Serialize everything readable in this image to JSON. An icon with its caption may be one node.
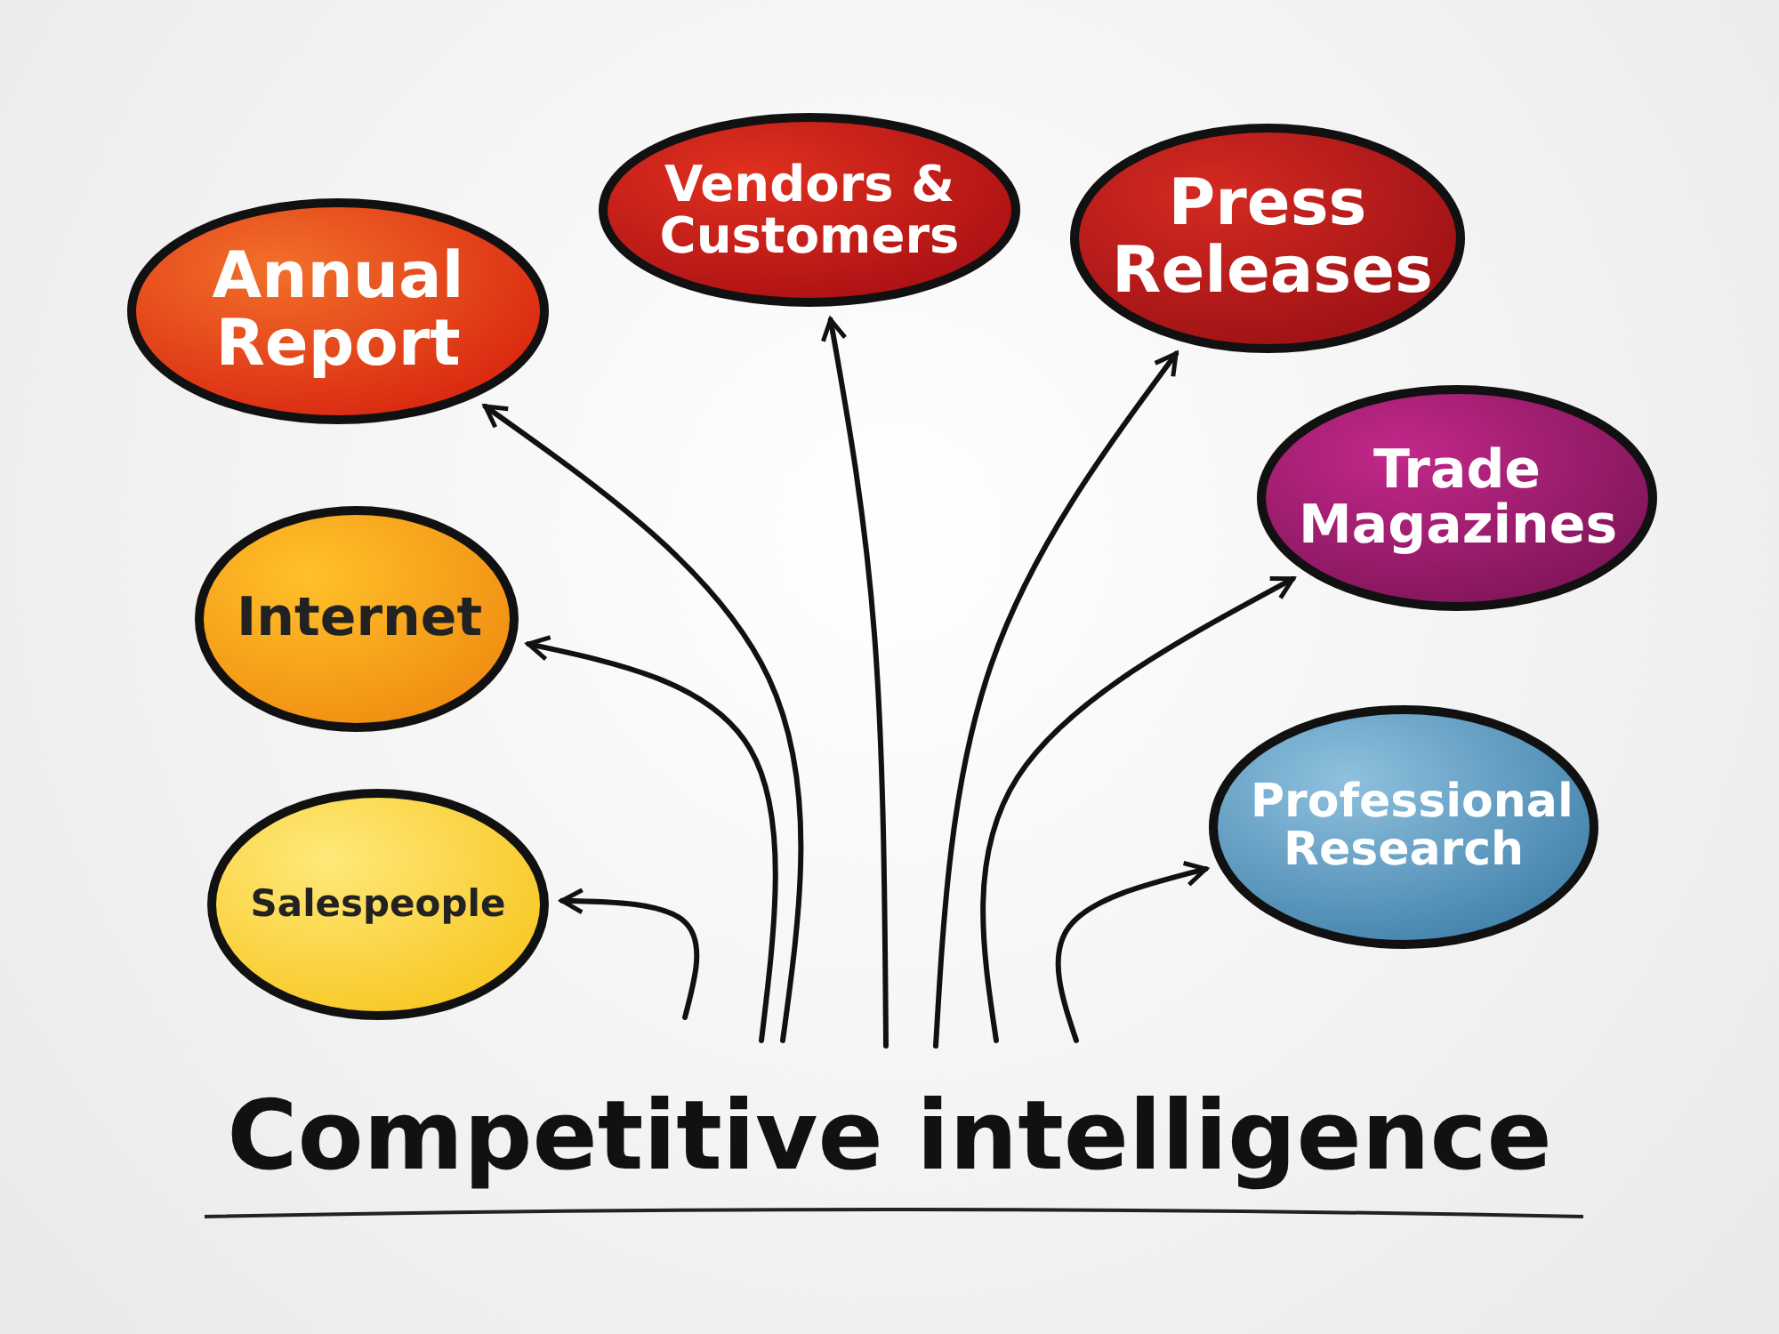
{
  "diagram": {
    "nodes": [
      {
        "text": [
          "Annual Report"
        ]
      },
      {
        "text": [
          "Vendors & Customers"
        ]
      },
      {
        "text": [
          "Press Releases"
        ]
      },
      {
        "text": [
          "Trade Magazines"
        ]
      },
      {
        "text": [
          "Internet"
        ]
      },
      {
        "text": [
          "Salespeople"
        ]
      },
      {
        "text": [
          "Professional Research"
        ]
      },
      {
        "text": [
          "Competitive intelligence"
        ]
      }
    ],
    "edges": [
      {
        "from": 7,
        "to": 0,
        "arrow": "to"
      },
      {
        "from": 7,
        "to": 1,
        "arrow": "to"
      },
      {
        "from": 7,
        "to": 2,
        "arrow": "to"
      },
      {
        "from": 7,
        "to": 3,
        "arrow": "to"
      },
      {
        "from": 7,
        "to": 4,
        "arrow": "to"
      },
      {
        "from": 7,
        "to": 5,
        "arrow": "to"
      },
      {
        "from": 7,
        "to": 6,
        "arrow": "to"
      }
    ]
  }
}
